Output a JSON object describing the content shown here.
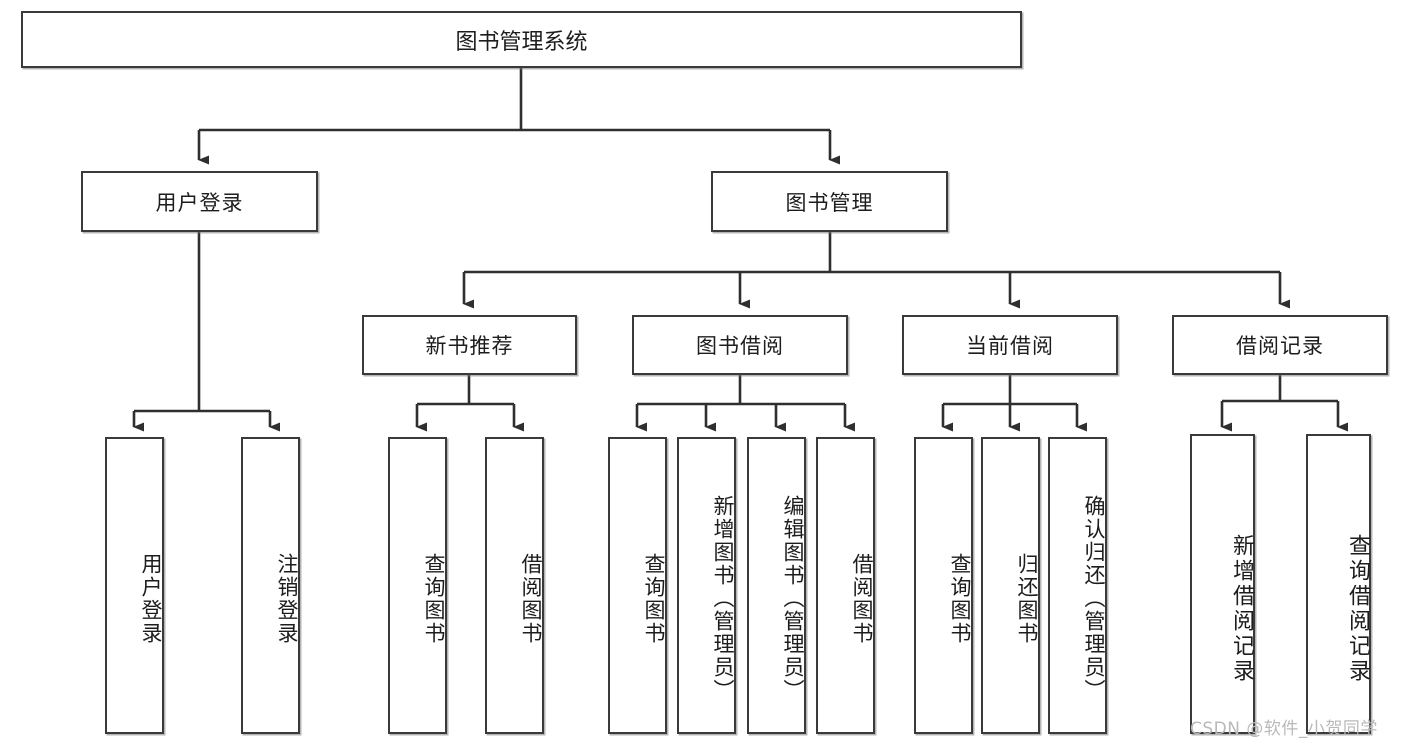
{
  "diagram": {
    "title": "图书管理系统",
    "type": "functional-structure-tree",
    "watermark": "CSDN @软件_小贺同学",
    "colors": {
      "box_border": "#3a3a3a",
      "box_fill": "#ffffff",
      "connector": "#2f2f2f",
      "text": "#1d1d1d",
      "watermark": "#b9b9b9"
    },
    "root": {
      "label": "图书管理系统"
    },
    "level2": [
      {
        "label": "用户登录"
      },
      {
        "label": "图书管理"
      }
    ],
    "level3": [
      {
        "label": "新书推荐"
      },
      {
        "label": "图书借阅"
      },
      {
        "label": "当前借阅"
      },
      {
        "label": "借阅记录"
      }
    ],
    "leaves": {
      "user_login": [
        {
          "label": "用户登录"
        },
        {
          "label": "注销登录"
        }
      ],
      "new_book_recommend": [
        {
          "label": "查询图书"
        },
        {
          "label": "借阅图书"
        }
      ],
      "book_borrow": [
        {
          "label": "查询图书"
        },
        {
          "label": "新增图书（管理员）"
        },
        {
          "label": "编辑图书（管理员）"
        },
        {
          "label": "借阅图书"
        }
      ],
      "current_borrow": [
        {
          "label": "查询图书"
        },
        {
          "label": "归还图书"
        },
        {
          "label": "确认归还（管理员）"
        }
      ],
      "borrow_record": [
        {
          "label": "新增借阅记录"
        },
        {
          "label": "查询借阅记录"
        }
      ]
    }
  }
}
